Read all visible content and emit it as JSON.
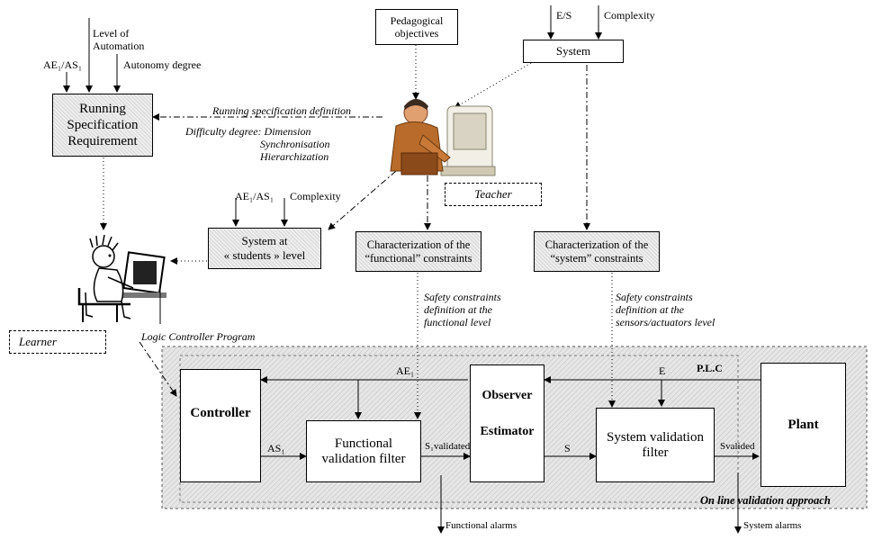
{
  "top_inputs": {
    "ae1_as1": "AE₁/AS₁",
    "level_of_automation": "Level of\nAutomation",
    "autonomy_degree": "Autonomy degree",
    "es": "E/S",
    "complexity": "Complexity"
  },
  "boxes": {
    "running_spec": "Running\nSpecification\nRequirement",
    "pedagogical": "Pedagogical\nobjectives",
    "system": "System",
    "teacher": "Teacher",
    "learner": "Learner",
    "system_students": "System at\n« students » level",
    "functional_char": "Characterization of the\n“functional” constraints",
    "system_char": "Characterization of the\n“system” constraints",
    "controller": "Controller",
    "functional_filter": "Functional\nvalidation filter",
    "observer": "Observer",
    "estimator": "Estimator",
    "system_filter": "System validation\nfilter",
    "plant": "Plant"
  },
  "annotations": {
    "running_spec_def": "Running specification definition",
    "difficulty": "Difficulty degree: Dimension",
    "synchronisation": "Synchronisation",
    "hierarchization": "Hierarchization",
    "students_ae_as": "AE₁/AS₁",
    "students_complexity": "Complexity",
    "safety_functional": "Safety constraints\ndefinition at the\nfunctional level",
    "safety_system": "Safety constraints\ndefinition at the\nsensors/actuators level",
    "logic_program": "Logic Controller Program",
    "plc": "P.L.C",
    "online_validation": "On line validation approach"
  },
  "signals": {
    "ae1": "AE₁",
    "e": "E",
    "as1": "AS₁",
    "s1_validated": "S₁validated",
    "s": "S",
    "s_validated": "Svalided",
    "functional_alarms": "Functional alarms",
    "system_alarms": "System alarms"
  }
}
